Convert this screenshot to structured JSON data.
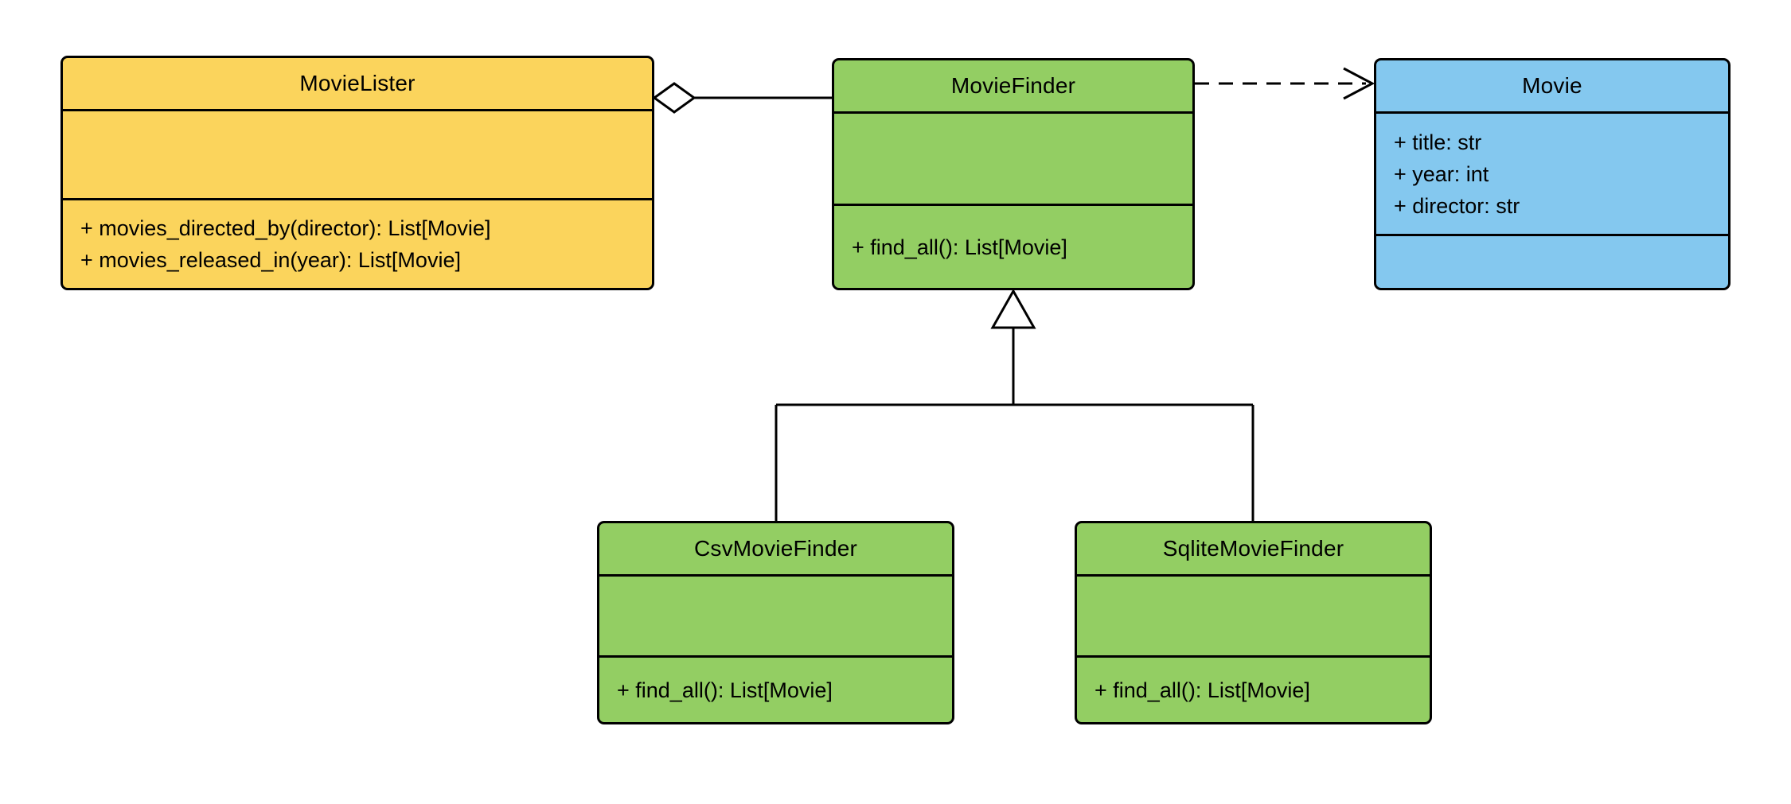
{
  "diagram": {
    "type": "uml-class-diagram",
    "background": "#FFFFFF",
    "colors": {
      "yellow": "#FBD45C",
      "green": "#93CE63",
      "blue": "#84C8EF",
      "border": "#000000"
    },
    "classes": {
      "movie_lister": {
        "title": "MovieLister",
        "color": "#FBD45C",
        "attributes": [],
        "methods": [
          "+ movies_directed_by(director): List[Movie]",
          "+ movies_released_in(year): List[Movie]"
        ]
      },
      "movie_finder": {
        "title": "MovieFinder",
        "color": "#93CE63",
        "attributes": [],
        "methods": [
          "+ find_all(): List[Movie]"
        ]
      },
      "movie": {
        "title": "Movie",
        "color": "#84C8EF",
        "attributes": [
          "+ title: str",
          "+ year: int",
          "+ director: str"
        ],
        "methods": []
      },
      "csv_movie_finder": {
        "title": "CsvMovieFinder",
        "color": "#93CE63",
        "attributes": [],
        "methods": [
          "+ find_all(): List[Movie]"
        ]
      },
      "sqlite_movie_finder": {
        "title": "SqliteMovieFinder",
        "color": "#93CE63",
        "attributes": [],
        "methods": [
          "+ find_all(): List[Movie]"
        ]
      }
    },
    "relationships": [
      {
        "type": "aggregation",
        "from": "MovieLister",
        "to": "MovieFinder",
        "line": "solid",
        "marker": "hollow-diamond-at-MovieLister"
      },
      {
        "type": "dependency",
        "from": "MovieFinder",
        "to": "Movie",
        "line": "dashed",
        "marker": "open-arrow-at-Movie"
      },
      {
        "type": "inheritance",
        "from": "CsvMovieFinder",
        "to": "MovieFinder",
        "line": "solid",
        "marker": "hollow-triangle-at-MovieFinder"
      },
      {
        "type": "inheritance",
        "from": "SqliteMovieFinder",
        "to": "MovieFinder",
        "line": "solid",
        "marker": "hollow-triangle-at-MovieFinder"
      }
    ]
  }
}
